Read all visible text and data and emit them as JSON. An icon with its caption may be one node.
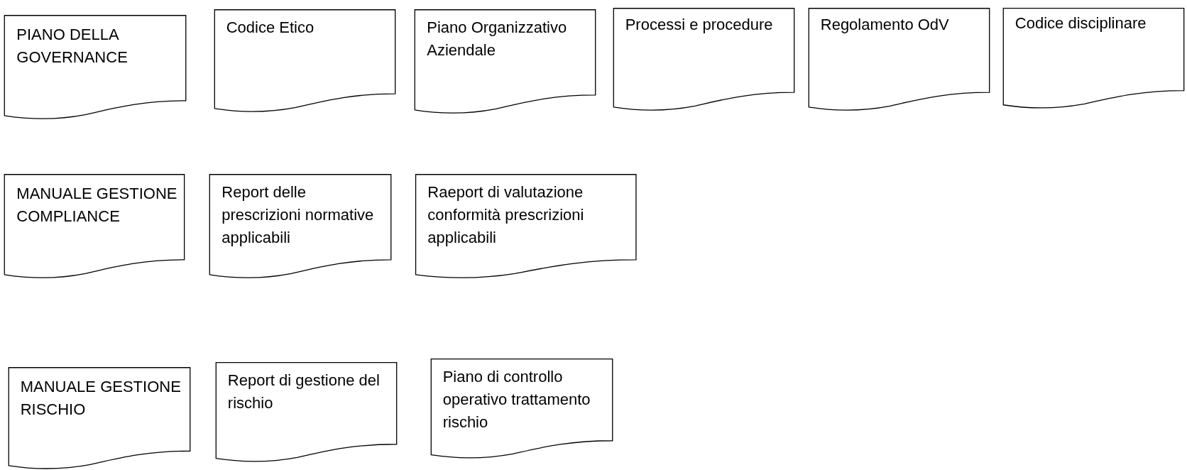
{
  "diagram": {
    "nodes": [
      {
        "text": [
          "PIANO DELLA GOVERNANCE"
        ]
      },
      {
        "text": [
          "Codice Etico"
        ]
      },
      {
        "text": [
          "Piano Organizzativo Aziendale"
        ]
      },
      {
        "text": [
          "Processi e procedure"
        ]
      },
      {
        "text": [
          "Regolamento OdV"
        ]
      },
      {
        "text": [
          "Codice disciplinare"
        ]
      },
      {
        "text": [
          "MANUALE GESTIONE COMPLIANCE"
        ]
      },
      {
        "text": [
          "Report delle prescrizioni normative applicabili"
        ]
      },
      {
        "text": [
          "Raeport di valutazione conformità prescrizioni applicabili"
        ]
      },
      {
        "text": [
          "MANUALE GESTIONE RISCHIO"
        ]
      },
      {
        "text": [
          "Report di gestione del rischio"
        ]
      },
      {
        "text": [
          "Piano di controllo operativo trattamento rischio"
        ]
      }
    ]
  }
}
